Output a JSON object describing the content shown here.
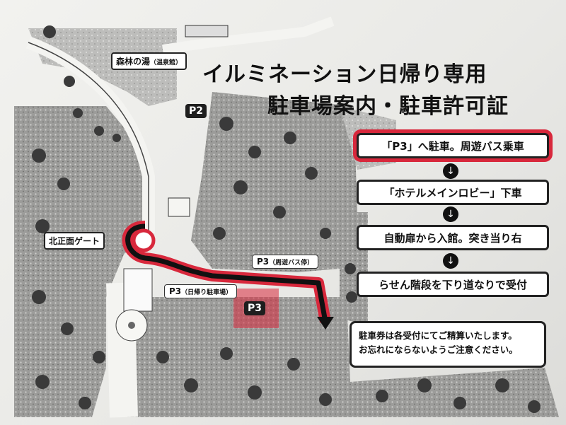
{
  "title": {
    "line1": "イルミネーション日帰り専用",
    "line2": "駐車場案内・駐車許可証"
  },
  "steps": [
    "「P3」へ駐車。周遊バス乗車",
    "「ホテルメインロビー」下車",
    "自動扉から入館。突き当り右",
    "らせん階段を下り道なりで受付"
  ],
  "note": {
    "line1": "駐車券は各受付にてご精算いたします。",
    "line2": "お忘れにならないようご注意ください。"
  },
  "map": {
    "onsen_label": "森林の湯",
    "onsen_sub": "（温泉館）",
    "p2": "P2",
    "gate_label": "北正面ゲート",
    "p3_bus": "P3",
    "p3_bus_sub": "（周遊バス停）",
    "p3_day": "P3",
    "p3_day_sub": "（日帰り駐車場）",
    "p3_badge": "P3"
  },
  "colors": {
    "highlight_red": "#d8283c",
    "ink": "#111111"
  },
  "icons": [
    "arrow-down-icon"
  ]
}
